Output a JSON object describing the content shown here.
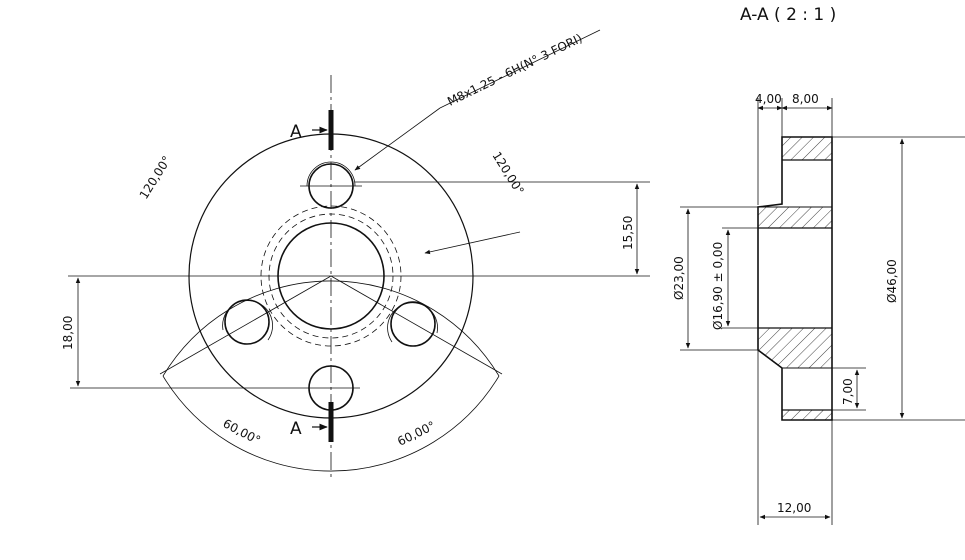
{
  "section_title": "A-A ( 2 : 1 )",
  "front_view": {
    "thread_note": "M8x1.25 - 6H(N° 3 FORI)",
    "angle_left_top": "120,00°",
    "angle_right_top": "120,00°",
    "angle_left_bottom": "60,00°",
    "angle_right_bottom": "60,00°",
    "dim_right_vertical": "15,50",
    "dim_left_vertical": "18,00",
    "section_mark_top": "A",
    "section_mark_bottom": "A"
  },
  "section_view": {
    "dim_top_left": "4,00",
    "dim_top_right": "8,00",
    "dim_d23": "Ø23,00",
    "dim_d16": "Ø16,90 ± 0,00",
    "dim_d46": "Ø46,00",
    "dim_7": "7,00",
    "dim_12": "12,00"
  }
}
